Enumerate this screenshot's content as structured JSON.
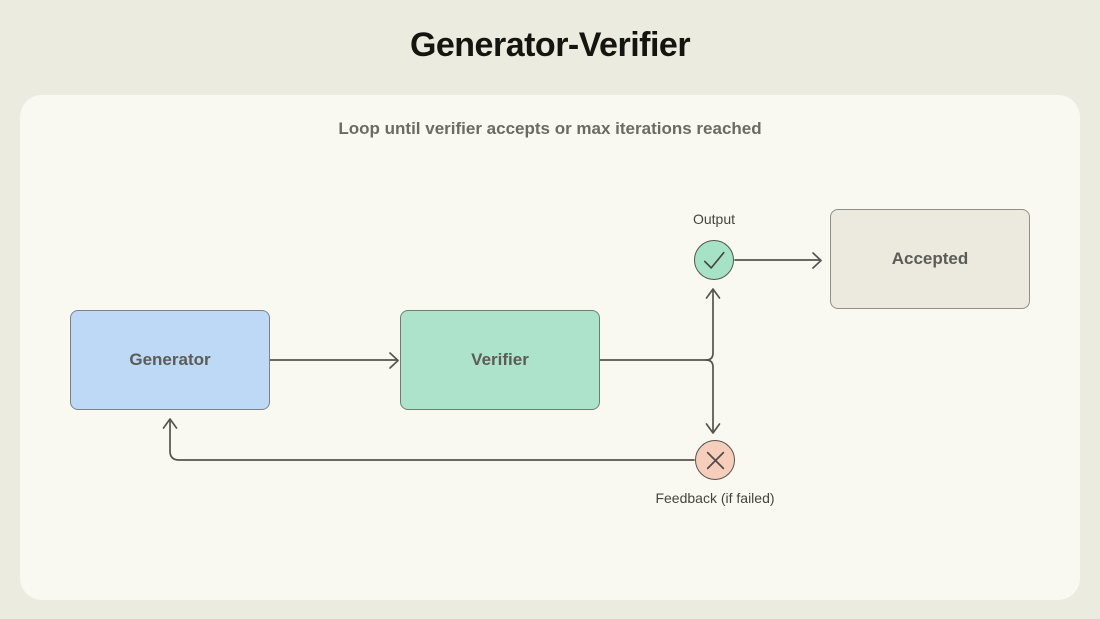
{
  "title": "Generator-Verifier",
  "subtitle": "Loop until verifier accepts or max iterations reached",
  "nodes": {
    "generator": {
      "label": "Generator",
      "fill": "#bed9f6"
    },
    "verifier": {
      "label": "Verifier",
      "fill": "#aee3cb"
    },
    "accepted": {
      "label": "Accepted",
      "fill": "#eceadf"
    },
    "output": {
      "label": "Output",
      "icon": "check-icon",
      "fill": "#a6e3c6"
    },
    "feedback": {
      "label": "Feedback (if failed)",
      "icon": "x-icon",
      "fill": "#f7cdbc"
    }
  },
  "edges": [
    {
      "from": "generator",
      "to": "verifier"
    },
    {
      "from": "verifier",
      "to": "output"
    },
    {
      "from": "verifier",
      "to": "feedback"
    },
    {
      "from": "output",
      "to": "accepted"
    },
    {
      "from": "feedback",
      "to": "generator"
    }
  ],
  "colors": {
    "page_bg": "#ecebe0",
    "card_bg": "#faf9f1",
    "arrow": "#55544e",
    "title_text": "#15150f",
    "subtitle_text": "#6b6b63",
    "node_label_text": "#5c5c56",
    "small_label_text": "#45453f",
    "generator_fill": "#bed9f6",
    "verifier_fill": "#aee3cb",
    "accepted_fill": "#eceadf",
    "output_fill": "#a6e3c6",
    "feedback_fill": "#f7cdbc"
  }
}
